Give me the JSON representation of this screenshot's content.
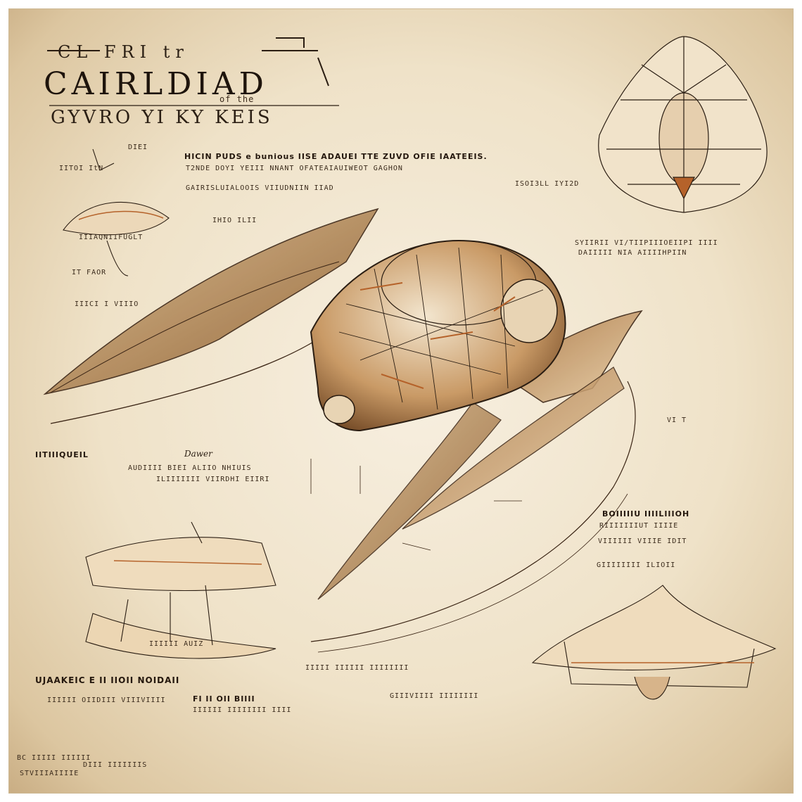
{
  "header": {
    "top_line": "CL FRI tr",
    "title": "CAIRLDIAD",
    "subtitle_prefix": "of the",
    "subtitle": "GYVRO YI KY KEIS"
  },
  "annotations": {
    "top_paragraph_1": "HICIN PUDS  e bunious  IISE  ADAUEI TTE  ZUVD OFIE  IAATEEIS.",
    "top_paragraph_2": "T2NDE DOYI YEIII   NNANT OFATEAIAUIWEOT GAGHON",
    "top_paragraph_3": "GAIRISLUIALOOIS  VIIUDNIIN IIAD",
    "top_right_code": "ISOI3LL   IYI2D",
    "left_small_1": "DIEI",
    "left_small_2": "IITOI ItN",
    "left_small_3": "IT FAOR",
    "left_small_4": "IIICI I VIIIO",
    "left_small_5": "IIIAQNIIFUGLT",
    "left_small_6": "IHIO ILII",
    "mid_left_heading": "IITIIIQUEIL",
    "mid_left_script": "Dawer",
    "mid_left_line_1": "AUDIIII  BIEI  ALIIO NHIUIS",
    "mid_left_line_2": "ILIIIIIII  VIIRDHI  EIIRI",
    "right_block_1": "SYIIRII   VI/TIIPIIIOEIIPI IIII",
    "right_block_2": "DAIIIII  NIA  AIIIIHPIIN",
    "right_side_code": "VI T",
    "right_heading": "BOIIIIIU  IIIILIIIOH",
    "right_line_1": "RIIIIIIIUT  IIIIE",
    "right_line_2": "VIIIIII VIIIE IDIT",
    "right_line_3": "GIIIIIIII  ILIOII",
    "bottom_left_heading": "UJAAKEIC  E II IIOII NOIDAII",
    "bottom_left_line": "IIIIII  OIIDIII  VIIIVIIII",
    "bottom_left_label": "IIIIII AUIZ",
    "bottom_center_1": "FI II  OII BIIII",
    "bottom_center_2": "IIIIII  IIIIIIII IIII",
    "bottom_mid_heading": "GIIIVIIII  IIIIIIII",
    "bottom_mid_line": "IIIII IIIIII  IIIIIIII",
    "signature_1": "BC IIIII IIIIII",
    "signature_2": "STVIIIAIIIIE",
    "signature_3": "DIII IIIIIIIS"
  },
  "palette": {
    "paper": "#efe2c8",
    "ink": "#2a1d12",
    "sepia": "#8a5a2b",
    "rust": "#b5622a"
  }
}
